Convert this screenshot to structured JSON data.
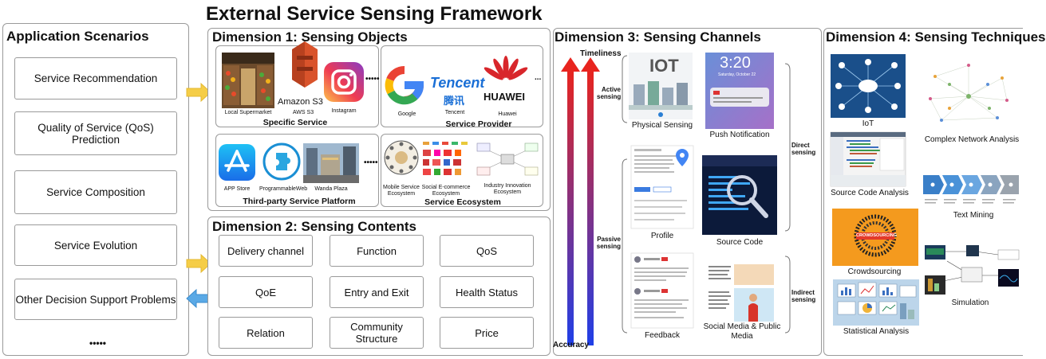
{
  "title": "External Service Sensing Framework",
  "scenarios": {
    "title": "Application Scenarios",
    "items": [
      "Service Recommendation",
      "Quality of Service (QoS) Prediction",
      "Service Composition",
      "Service Evolution",
      "Other Decision Support Problems"
    ],
    "more": "•••••"
  },
  "dim1": {
    "title": "Dimension 1: Sensing Objects",
    "specific_service": {
      "label": "Specific Service",
      "items": [
        "Local Supermarket",
        "AWS S3",
        "Instagram"
      ],
      "aws_text": "Amazon S3",
      "more": "•••••"
    },
    "service_provider": {
      "label": "Service Provider",
      "items": [
        "Google",
        "Tencent",
        "Huawei"
      ],
      "tencent_text": "Tencent",
      "tencent_cn": "腾讯",
      "huawei_text": "HUAWEI",
      "more": "..."
    },
    "platform": {
      "label": "Third-party Service Platform",
      "items": [
        "APP Store",
        "ProgrammableWeb",
        "Wanda Plaza"
      ],
      "more": "•••••"
    },
    "ecosystem": {
      "label": "Service Ecosystem",
      "items": [
        "Mobile Service Ecosystem",
        "Social E-commerce Ecosystem",
        "Industry Innovation Ecosystem"
      ]
    }
  },
  "dim2": {
    "title": "Dimension 2: Sensing Contents",
    "items": [
      "Delivery channel",
      "Function",
      "QoS",
      "QoE",
      "Entry and Exit",
      "Health Status",
      "Relation",
      "Community Structure",
      "Price"
    ]
  },
  "dim3": {
    "title": "Dimension 3: Sensing Channels",
    "timeliness": "Timeliness",
    "accuracy": "Accuracy",
    "active": "Active sensing",
    "passive": "Passive sensing",
    "direct": "Direct sensing",
    "indirect": "Indirect sensing",
    "channels": [
      "Physical Sensing",
      "Push Notification",
      "Profile",
      "Source Code",
      "Feedback",
      "Social Media & Public Media"
    ],
    "iot_text": "IOT",
    "phone_time": "3:20",
    "phone_date": "Saturday, October 22"
  },
  "dim4": {
    "title": "Dimension 4: Sensing Techniques",
    "techniques": [
      "IoT",
      "Complex Network Analysis",
      "Source Code Analysis",
      "Text Mining",
      "Crowdsourcing",
      "Simulation",
      "Statistical Analysis"
    ],
    "crowd_text": "CROWDSOURCING"
  },
  "colors": {
    "arrow_yellow": "#f5cd47",
    "arrow_blue": "#5aa9e6",
    "gradient_top": "#e8241e",
    "gradient_bottom": "#1f3fe8"
  }
}
